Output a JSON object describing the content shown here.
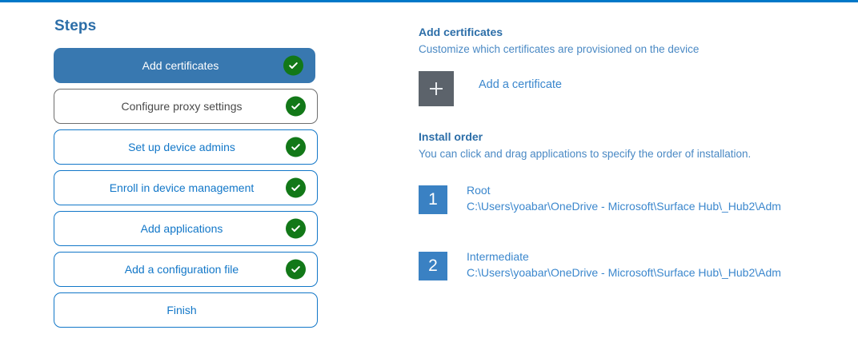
{
  "theme": {
    "accent_blue": "#1277c8",
    "active_step_blue": "#3878b0",
    "heading_blue": "#2c6ea8",
    "link_blue": "#3b87cd",
    "check_green": "#127818",
    "tile_gray": "#5c636b",
    "muted_border": "#6e6e6e",
    "top_rule_blue": "#0078c8"
  },
  "steps_pane": {
    "heading": "Steps",
    "items": [
      {
        "label": "Add certificates",
        "state": "active",
        "completed": true
      },
      {
        "label": "Configure proxy settings",
        "state": "outline-muted",
        "completed": true
      },
      {
        "label": "Set up device admins",
        "state": "outline",
        "completed": true
      },
      {
        "label": "Enroll in device management",
        "state": "outline",
        "completed": true
      },
      {
        "label": "Add applications",
        "state": "outline",
        "completed": true
      },
      {
        "label": "Add a configuration file",
        "state": "outline",
        "completed": true
      },
      {
        "label": "Finish",
        "state": "outline",
        "completed": false
      }
    ]
  },
  "detail_pane": {
    "section_title": "Add certificates",
    "section_subtitle": "Customize which certificates are provisioned on the device",
    "add_certificate": {
      "icon": "plus-icon",
      "label": "Add a certificate"
    },
    "install_order": {
      "title": "Install order",
      "subtitle": "You can click and drag applications to specify the order of installation.",
      "items": [
        {
          "number": "1",
          "name": "Root",
          "path": "C:\\Users\\yoabar\\OneDrive - Microsoft\\Surface Hub\\_Hub2\\Adm"
        },
        {
          "number": "2",
          "name": "Intermediate",
          "path": "C:\\Users\\yoabar\\OneDrive - Microsoft\\Surface Hub\\_Hub2\\Adm"
        }
      ]
    }
  }
}
